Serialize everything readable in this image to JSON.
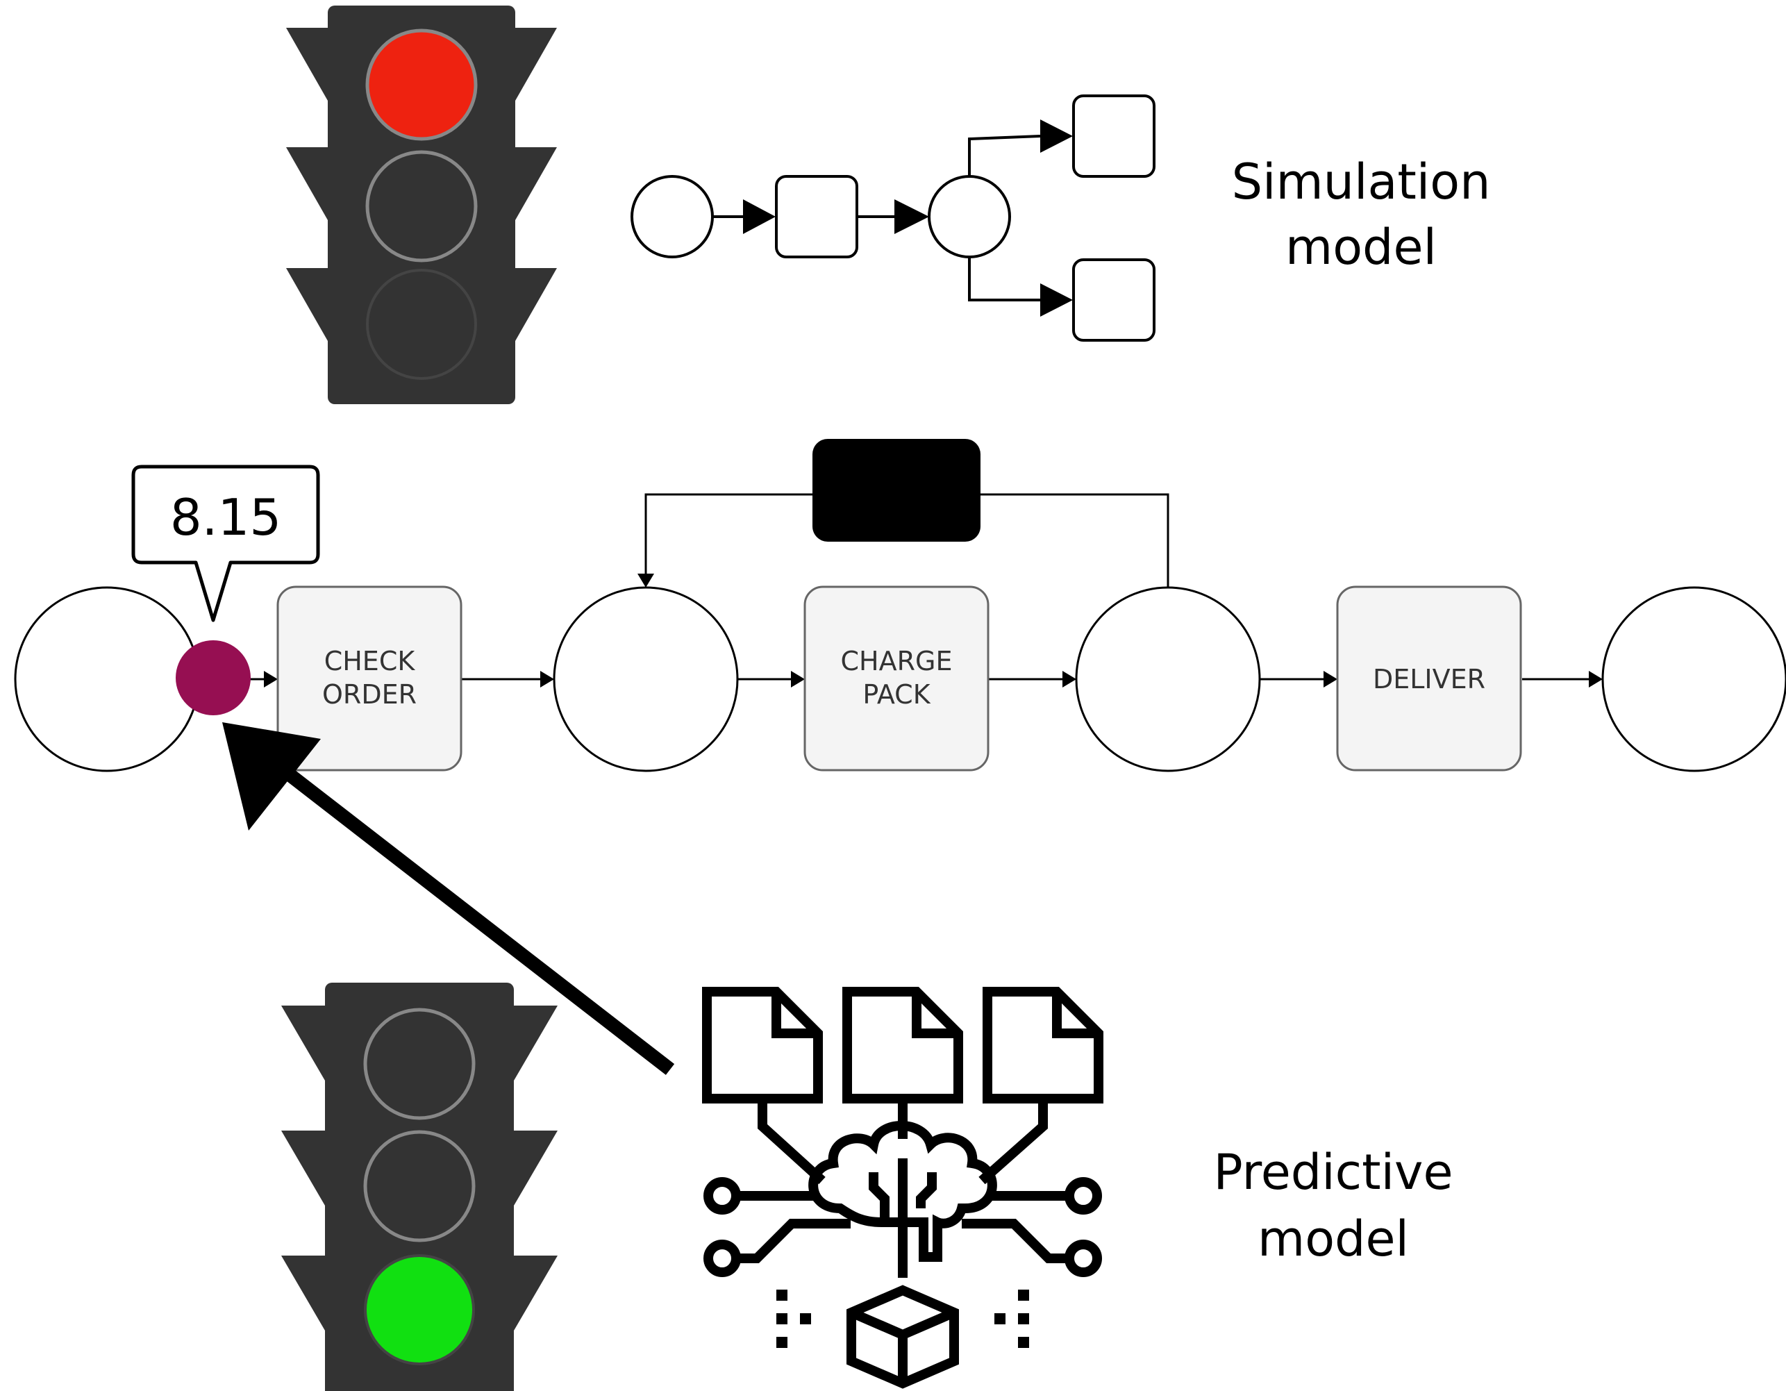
{
  "colors": {
    "light_body": "#333333",
    "red_lamp": "#ee2210",
    "green_lamp": "#11e011",
    "token": "#960f52",
    "task_fill": "#f4f4f4",
    "task_stroke": "#666666"
  },
  "simulation_label": {
    "line1": "Simulation",
    "line2": "model"
  },
  "predictive_label": {
    "line1": "Predictive",
    "line2": "model"
  },
  "callout": {
    "value": "8.15"
  },
  "process": {
    "tasks": [
      {
        "line1": "CHECK",
        "line2": "ORDER"
      },
      {
        "line1": "CHARGE",
        "line2": "PACK"
      },
      {
        "line1": "DELIVER",
        "line2": ""
      }
    ]
  },
  "traffic_lights": {
    "top": {
      "active": "red"
    },
    "bottom": {
      "active": "green"
    }
  },
  "icons": {
    "simulation": "process-flow-icon",
    "predictive": "ai-brain-documents-icon"
  }
}
